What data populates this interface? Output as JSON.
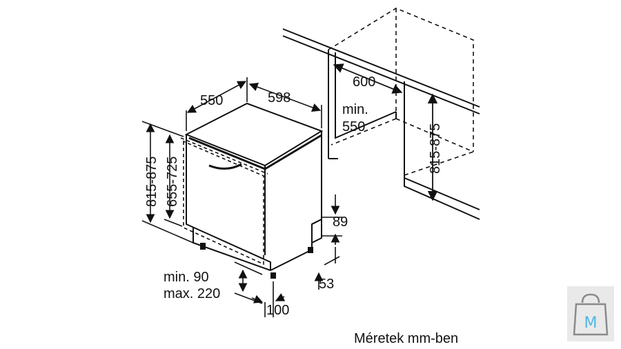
{
  "dimensions": {
    "width_598": "598",
    "depth_550": "550",
    "niche_width_600": "600",
    "niche_depth_min_label": "min.",
    "niche_depth_min_value": "550",
    "niche_height": "815-875",
    "height_815_875": "815-875",
    "door_655_725": "655-725",
    "kick_89": "89",
    "feet_53": "53",
    "min_90": "min. 90",
    "max_220": "max. 220",
    "depth_100": "100"
  },
  "caption": "Méretek mm-ben",
  "colors": {
    "line": "#111111",
    "logo_bg": "#e9e9e9",
    "logo_accent": "#4fb6e8"
  },
  "logo": {
    "icon": "shopping-bag-icon",
    "letter": "M"
  }
}
